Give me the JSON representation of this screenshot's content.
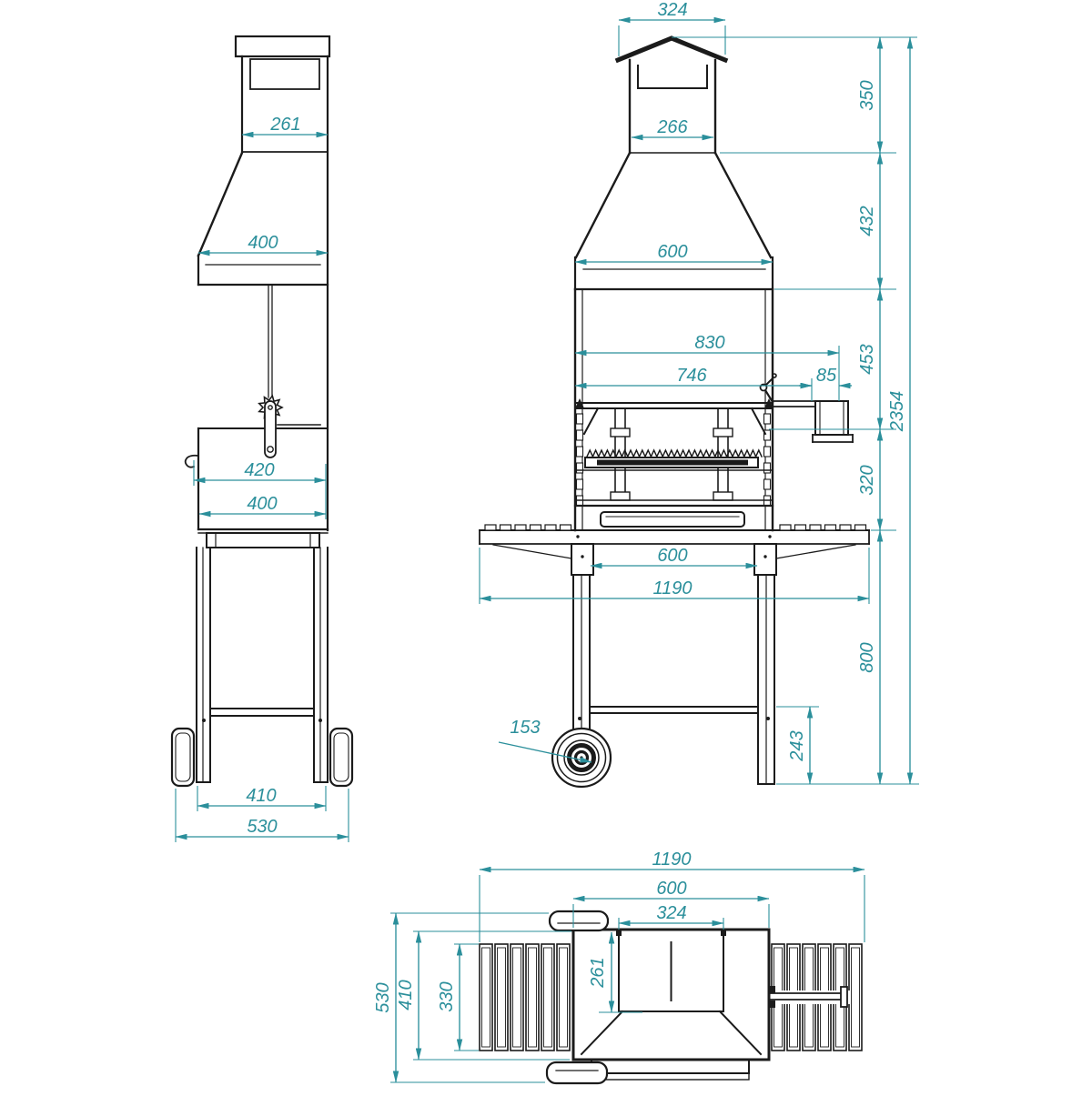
{
  "colors": {
    "background": "#ffffff",
    "line_art": "#1b1b1b",
    "dimension": "#2b8f9b"
  },
  "side_view": {
    "chimney_depth": "261",
    "hood_depth": "400",
    "firebox_depth_with_bracket": "420",
    "firebox_depth": "400",
    "wheelbase_depth": "410",
    "overall_depth": "530"
  },
  "front_view": {
    "cap_width": "324",
    "chimney_width": "266",
    "hood_width": "600",
    "grill_extent": "830",
    "grill_inner_width": "746",
    "crank_offset": "85",
    "leg_spacing": "600",
    "overall_width": "1190",
    "wheel_diameter": "153",
    "cap_height": "350",
    "hood_height": "432",
    "cook_chamber_height": "453",
    "base_chamber_height": "320",
    "stand_height": "800",
    "crossbar_offset": "243",
    "overall_height": "2354"
  },
  "top_view": {
    "overall_width": "1190",
    "body_width": "600",
    "chimney_width": "324",
    "chimney_depth": "261",
    "overall_depth": "530",
    "body_depth": "410",
    "shelf_depth": "330"
  }
}
